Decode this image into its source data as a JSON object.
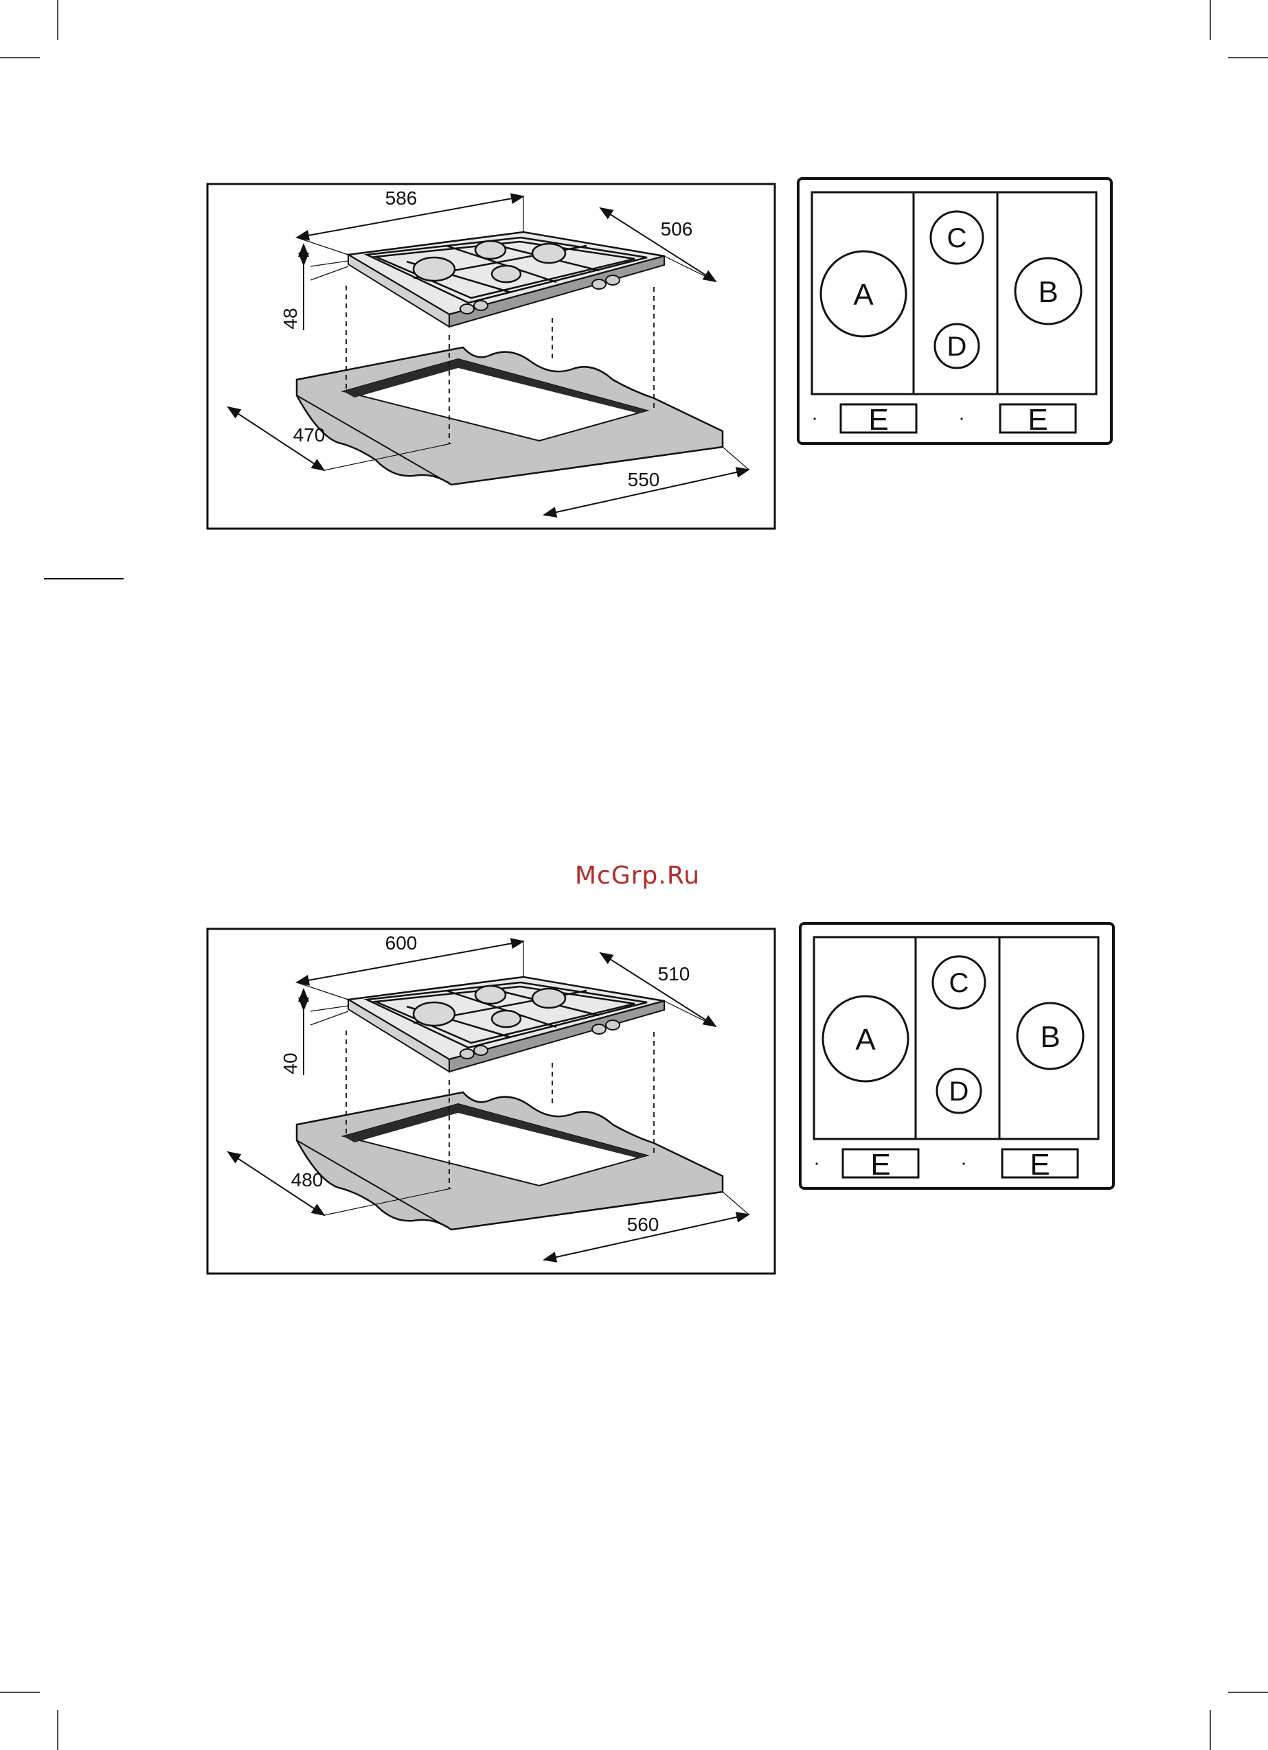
{
  "watermark": "McGrp.Ru",
  "colors": {
    "watermark": "#b52a2a",
    "line": "#111111",
    "frame_shading": "#bcbcbc",
    "frame_inner": "#2a2a2a"
  },
  "diagrams": [
    {
      "dims": {
        "width": "586",
        "depth": "506",
        "height": "48",
        "cutout_depth": "470",
        "cutout_width": "550"
      },
      "zones": {
        "a": "A",
        "b": "B",
        "c": "C",
        "d": "D",
        "e_left": "E",
        "e_right": "E"
      }
    },
    {
      "dims": {
        "width": "600",
        "depth": "510",
        "height": "40",
        "cutout_depth": "480",
        "cutout_width": "560"
      },
      "zones": {
        "a": "A",
        "b": "B",
        "c": "C",
        "d": "D",
        "e_left": "E",
        "e_right": "E"
      }
    }
  ]
}
